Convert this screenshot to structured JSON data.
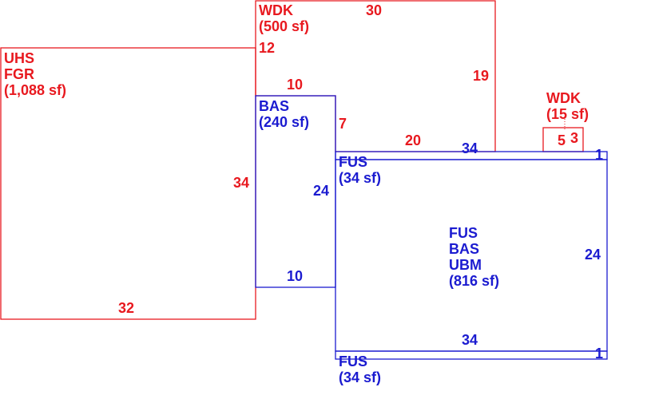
{
  "colors": {
    "red": "#e8191f",
    "blue": "#1b1bd0",
    "background": "#ffffff"
  },
  "areas": {
    "uhs": {
      "line1": "UHS",
      "line2": "FGR",
      "line3": "(1,088 sf)"
    },
    "wdk_large": {
      "line1": "WDK",
      "line2": "(500 sf)"
    },
    "bas": {
      "line1": "BAS",
      "line2": "(240 sf)"
    },
    "wdk_small": {
      "line1": "WDK",
      "line2": "(15 sf)"
    },
    "fus_top": {
      "line1": "FUS",
      "line2": "(34 sf)"
    },
    "main": {
      "line1": "FUS",
      "line2": "BAS",
      "line3": "UBM",
      "line4": "(816 sf)"
    },
    "fus_bottom": {
      "line1": "FUS",
      "line2": "(34 sf)"
    }
  },
  "dimensions": {
    "uhs_bottom": "32",
    "uhs_right": "34",
    "uhs_top_step": "12",
    "wdk_top": "30",
    "wdk_right": "19",
    "wdk_bottom": "20",
    "wdk_left_lower": "7",
    "wdk_left_segment": "10",
    "bas_right": "24",
    "bas_bottom": "10",
    "wdk_small_width": "5",
    "wdk_small_height": "3",
    "fus_top_width": "34",
    "fus_top_height": "1",
    "main_right": "24",
    "main_bottom": "34",
    "fus_bottom_height": "1"
  }
}
